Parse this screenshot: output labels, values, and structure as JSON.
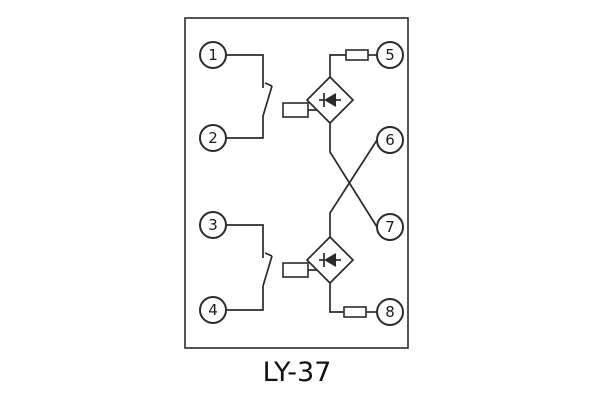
{
  "title": "LY-37",
  "terminals": [
    {
      "name": "terminal-1",
      "label": "1"
    },
    {
      "name": "terminal-2",
      "label": "2"
    },
    {
      "name": "terminal-3",
      "label": "3"
    },
    {
      "name": "terminal-4",
      "label": "4"
    },
    {
      "name": "terminal-5",
      "label": "5"
    },
    {
      "name": "terminal-6",
      "label": "6"
    },
    {
      "name": "terminal-7",
      "label": "7"
    },
    {
      "name": "terminal-8",
      "label": "8"
    }
  ]
}
